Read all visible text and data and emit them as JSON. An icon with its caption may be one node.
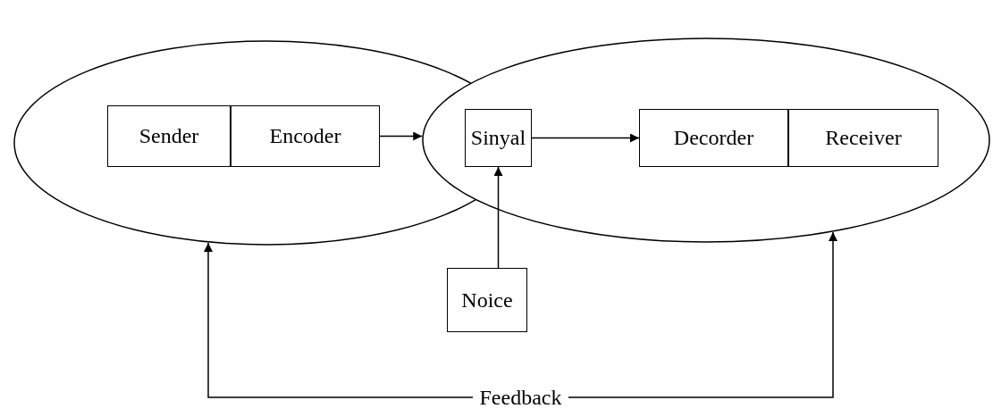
{
  "diagram": {
    "nodes": [
      {
        "text": [],
        "shape": "ellipse"
      },
      {
        "text": [],
        "shape": "ellipse"
      },
      {
        "text": [
          "Sender"
        ],
        "in": 0
      },
      {
        "text": [
          "Encoder"
        ],
        "in": 0
      },
      {
        "text": [
          "Sinyal"
        ],
        "in": 1
      },
      {
        "text": [
          "Decorder"
        ],
        "in": 1
      },
      {
        "text": [
          "Receiver"
        ],
        "in": 1
      },
      {
        "text": [
          "Noice"
        ]
      }
    ],
    "edges": [
      {
        "from": 3,
        "to": 1,
        "arrow": "to"
      },
      {
        "from": 4,
        "to": 5,
        "arrow": "to"
      },
      {
        "from": 7,
        "to": 4,
        "arrow": "to"
      },
      {
        "from": 0,
        "to": 1,
        "arrow": "both",
        "label": "Feedback"
      }
    ]
  }
}
